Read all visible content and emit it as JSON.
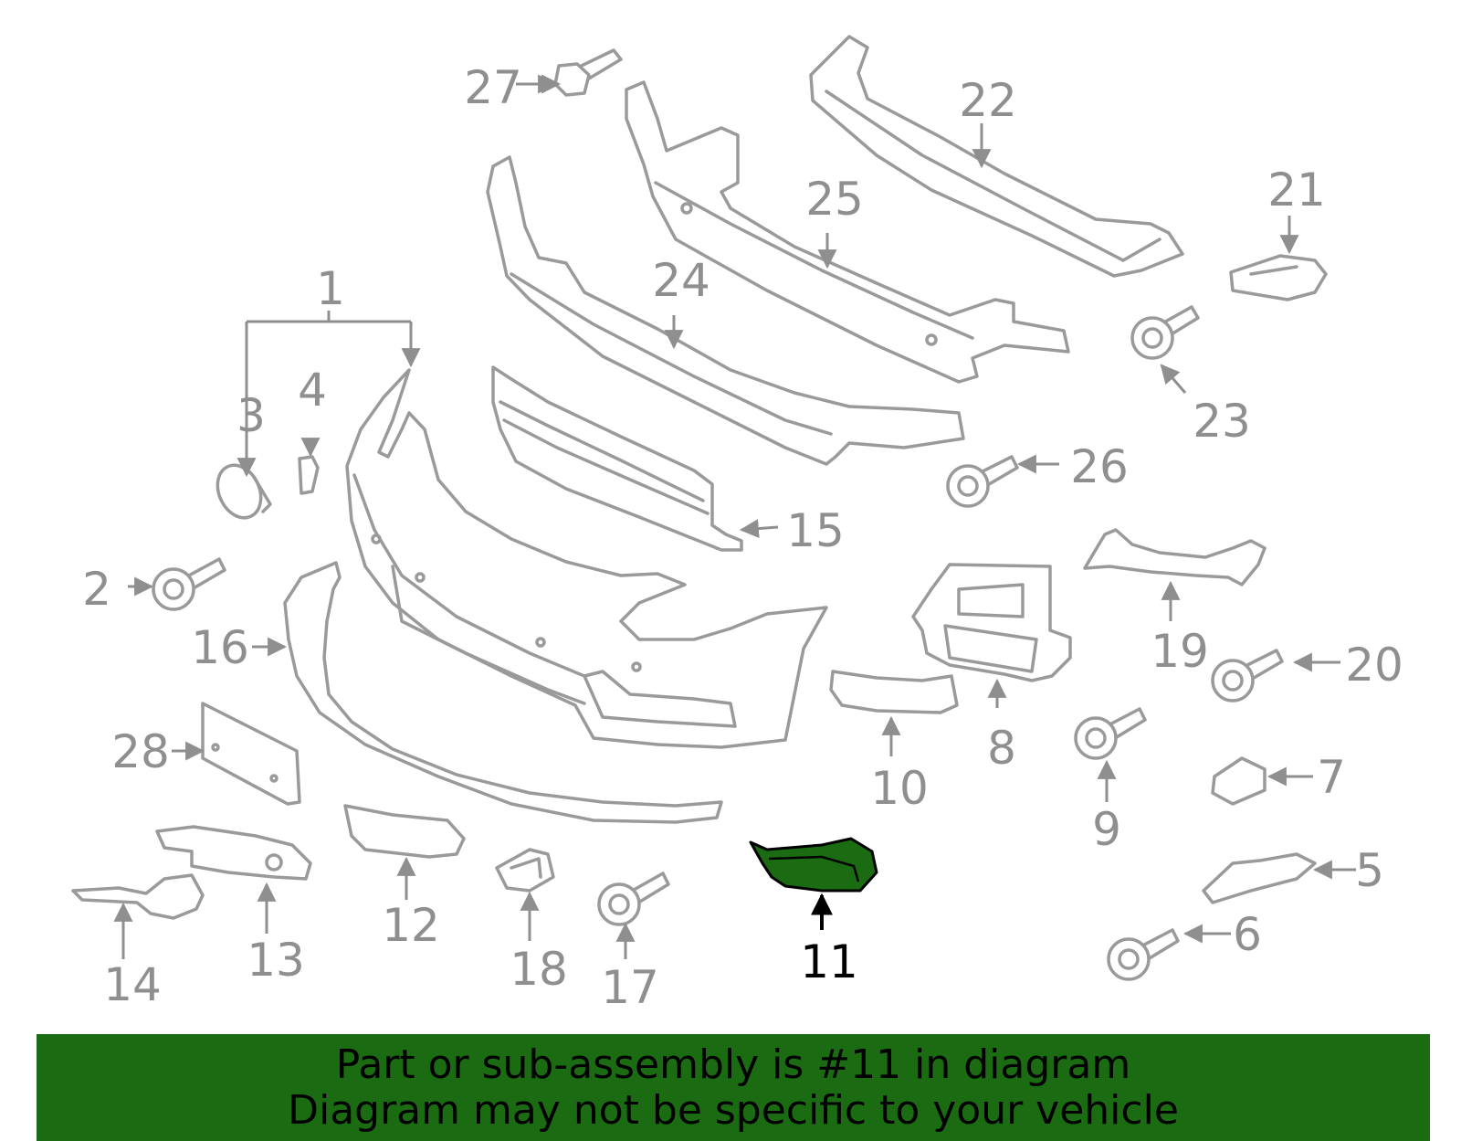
{
  "diagram": {
    "highlight_color": "#1a6b12",
    "callouts": {
      "c1": "1",
      "c2": "2",
      "c3": "3",
      "c4": "4",
      "c5": "5",
      "c6": "6",
      "c7": "7",
      "c8": "8",
      "c9": "9",
      "c10": "10",
      "c11": "11",
      "c12": "12",
      "c13": "13",
      "c14": "14",
      "c15": "15",
      "c16": "16",
      "c17": "17",
      "c18": "18",
      "c19": "19",
      "c20": "20",
      "c21": "21",
      "c22": "22",
      "c23": "23",
      "c24": "24",
      "c25": "25",
      "c26": "26",
      "c27": "27",
      "c28": "28"
    }
  },
  "banner": {
    "background": "#1a6b12",
    "line1": "Part or sub-assembly is #11 in diagram",
    "line2": "Diagram may not be specific to your vehicle"
  }
}
